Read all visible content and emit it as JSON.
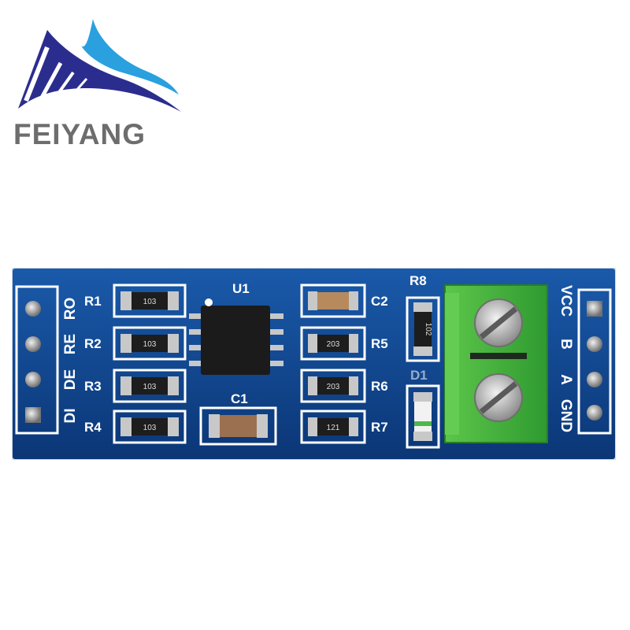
{
  "brand": {
    "name": "FEIYANG",
    "accent_dark": "#2b2d8e",
    "accent_light": "#2aa0de",
    "text_color": "#6d6d6d"
  },
  "board": {
    "pcb_color": "#0d3f86",
    "silk_color": "#ffffff",
    "terminal_color": "#3fae3a",
    "left_header_pins": [
      "RO",
      "RE",
      "DE",
      "DI"
    ],
    "right_header_pins": [
      "VCC",
      "B",
      "A",
      "GND"
    ],
    "resistors_left": [
      {
        "label": "R1",
        "code": "103"
      },
      {
        "label": "R2",
        "code": "103"
      },
      {
        "label": "R3",
        "code": "103"
      },
      {
        "label": "R4",
        "code": "103"
      }
    ],
    "chip_label": "U1",
    "cap_c1_label": "C1",
    "right_parts": [
      {
        "label": "C2",
        "code": ""
      },
      {
        "label": "R5",
        "code": "203"
      },
      {
        "label": "R6",
        "code": "203"
      },
      {
        "label": "R7",
        "code": "121"
      }
    ],
    "r8": {
      "label": "R8",
      "code": "102"
    },
    "led_label": "D1"
  }
}
